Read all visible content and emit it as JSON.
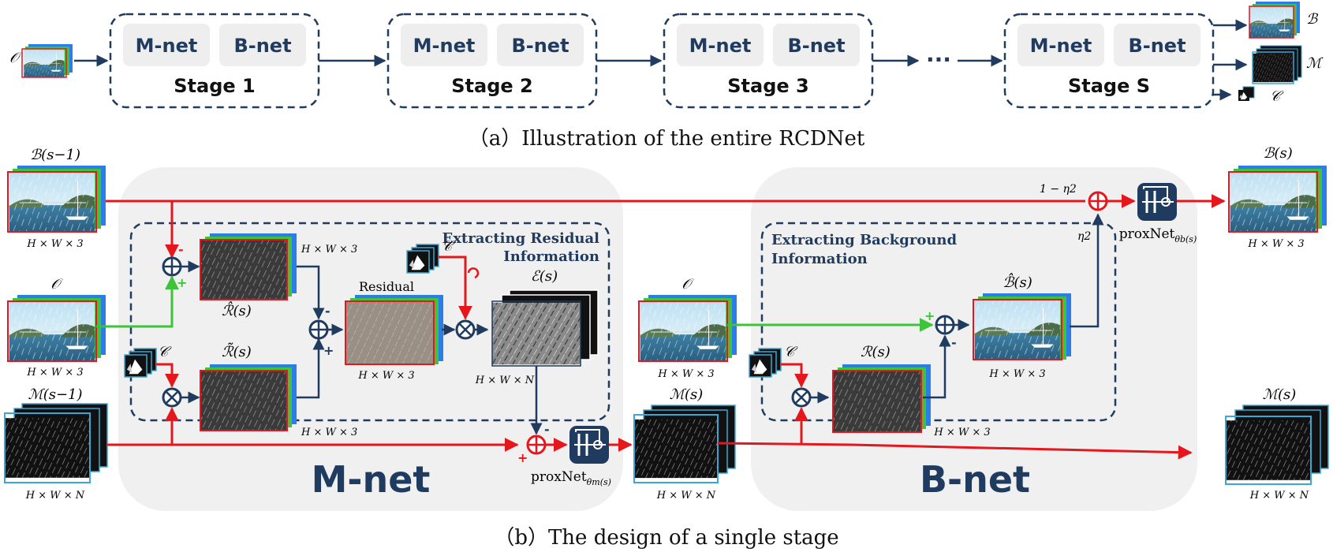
{
  "colors": {
    "navy": "#1f3b5f",
    "red": "#e5171d",
    "green": "#3ec43a",
    "panel": "#f0f0f0",
    "pill": "#eeeeee",
    "blue_frame": "#3aa7d6"
  },
  "part_a": {
    "input_label": "𝒪",
    "stages": [
      {
        "mnet": "M-net",
        "bnet": "B-net",
        "label": "Stage 1"
      },
      {
        "mnet": "M-net",
        "bnet": "B-net",
        "label": "Stage 2"
      },
      {
        "mnet": "M-net",
        "bnet": "B-net",
        "label": "Stage 3"
      },
      {
        "mnet": "M-net",
        "bnet": "B-net",
        "label": "Stage S"
      }
    ],
    "ellipsis": "···",
    "outputs": [
      "ℬ",
      "ℳ",
      "𝒞"
    ],
    "caption": "（a）Illustration of the entire RCDNet"
  },
  "part_b": {
    "b_prev": "ℬ(s−1)",
    "o_label": "𝒪",
    "m_prev": "ℳ(s−1)",
    "dim_hw3": "H × W × 3",
    "dim_hwn": "H × W × N",
    "c_label": "𝒞",
    "r_hat": "ℛ̂(s)",
    "r_tilde": "ℛ̃(s)",
    "residual": "Residual",
    "e_label": "ℰ(s)",
    "extract_res_1": "Extracting Residual",
    "extract_res_2": "Information",
    "mnet_title": "M-net",
    "prox_m": "proxNet",
    "prox_m_sub": "θm(s)",
    "m_s": "ℳ(s)",
    "r_s": "ℛ(s)",
    "b_hat": "ℬ̂(s)",
    "extract_bg_1": "Extracting Background",
    "extract_bg_2": "Information",
    "bnet_title": "B-net",
    "one_minus_eta": "1 − η2",
    "eta": "η2",
    "prox_b": "proxNet",
    "prox_b_sub": "θb(s)",
    "b_s": "ℬ(s)",
    "m_s_out": "ℳ(s)",
    "minus": "-",
    "plus": "+",
    "caption": "（b）The design of a single stage"
  }
}
